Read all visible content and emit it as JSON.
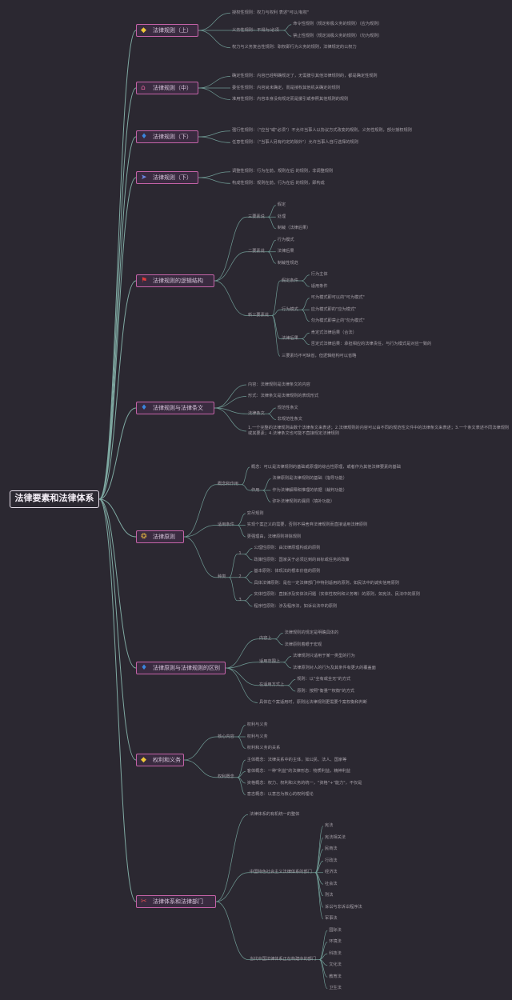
{
  "root": "法律要素和法律体系",
  "categories": [
    {
      "label": "法律规则（上）",
      "icon_name": "diamond-icon",
      "icon_color": "#f0c838",
      "children": [
        {
          "label": "授权性规则：权力与权利 表述\"可以/有权\""
        },
        {
          "label": "义务性规则：不得为/必须",
          "children": [
            {
              "label": "命令性规则（规定积极义务的规则）（应为规则）"
            },
            {
              "label": "禁止性规则（规定消极义务的规则）（勿为规则）"
            }
          ]
        },
        {
          "label": "权力与义务复合性规则：职权即行为义务的规则，法律规定的公权力"
        }
      ]
    },
    {
      "label": "法律规则（中）",
      "icon_name": "home-icon",
      "icon_color": "#e0609a",
      "children": [
        {
          "label": "确定性规则：内容已经明确规定了，无需援引其他法律规则的，都是确定性规则"
        },
        {
          "label": "委任性规则：内容尚未确定，而是授权其他机关确定的规则"
        },
        {
          "label": "准用性规则：内容本身没有规定而是援引或参照其他规则的规则"
        }
      ]
    },
    {
      "label": "法律规则（下）",
      "icon_name": "flame-icon",
      "icon_color": "#3a86e0",
      "children": [
        {
          "label": "强行性规则：（\"应当\"或\"必须\"）不允许当事人以协议方式改变的规则，义务性规则，部分授权规则"
        },
        {
          "label": "任意性规则：（\"当事人另有约定的除外\"）允许当事人自行选择的规则"
        }
      ]
    },
    {
      "label": "法律规则（下）",
      "icon_name": "paper-plane-icon",
      "icon_color": "#6a86e0",
      "children": [
        {
          "label": "调整性规则：行为在前，规则在后 的规则，非调整规则"
        },
        {
          "label": "构成性规则：规则在前，行为在后 的规则，即构成"
        }
      ]
    },
    {
      "label": "法律规则的逻辑结构",
      "icon_name": "flag-icon",
      "icon_color": "#e03a3a",
      "children": [
        {
          "label": "三要素说",
          "children": [
            {
              "label": "假定"
            },
            {
              "label": "处理"
            },
            {
              "label": "制裁（法律后果）"
            }
          ]
        },
        {
          "label": "二要素说",
          "children": [
            {
              "label": "行为模式"
            },
            {
              "label": "法律后果"
            },
            {
              "label": "制裁性规范"
            }
          ]
        },
        {
          "label": "新三要素说",
          "children": [
            {
              "label": "假定条件",
              "children": [
                {
                  "label": "行为主体"
                },
                {
                  "label": "适用条件"
                }
              ]
            },
            {
              "label": "行为模式",
              "children": [
                {
                  "label": "可为模式即可以的\"可为模式\""
                },
                {
                  "label": "应为模式即的\"应为模式\""
                },
                {
                  "label": "勿为模式即禁止的\"勿为模式\""
                }
              ]
            },
            {
              "label": "法律后果",
              "children": [
                {
                  "label": "肯定式法律后果（合法）"
                },
                {
                  "label": "否定式法律后果：承担相应的法律责任，与行为模式是对应一致的"
                }
              ]
            },
            {
              "label": "三要素均不可缺省，但逻辑结构可以省略"
            }
          ]
        }
      ]
    },
    {
      "label": "法律规则与法律条文",
      "icon_name": "flame-icon",
      "icon_color": "#3a86e0",
      "children": [
        {
          "label": "内容：法律规则是法律条文的内容"
        },
        {
          "label": "形式：法律条文是法律规则的表现形式"
        },
        {
          "label": "法律条文",
          "children": [
            {
              "label": "规范性条文"
            },
            {
              "label": "非规范性条文"
            }
          ]
        },
        {
          "label": "1.一个完整的法律规则由数个法律条文来表述；2.法律规则的内容可以由不同的规范性文件中的法律条文来表述；3.一个条文表述不同法律规则或其要素；4.法律条文也可能不直接规定法律规则"
        }
      ]
    },
    {
      "label": "法律原则",
      "icon_name": "rosette-icon",
      "icon_color": "#e0b040",
      "children": [
        {
          "label": "概念和作用",
          "children": [
            {
              "label": "概念：可以是法律规则的基础或原理的综合性原理，或者作为其他法律要素的基础"
            },
            {
              "label": "作用",
              "children": [
                {
                  "label": "法律原则是法律规则的基础（指导功能）"
                },
                {
                  "label": "作为法律解释和推理的依据（裁判功能）"
                },
                {
                  "label": "弥补法律规则的漏洞（填补功能）"
                }
              ]
            }
          ]
        },
        {
          "label": "适用条件",
          "children": [
            {
              "label": "穷尽规则"
            },
            {
              "label": "实现个案正义的需要，否则不得舍弃法律规则而直接适用法律原则"
            },
            {
              "label": "更强理由，法律原则排除规则"
            }
          ]
        },
        {
          "label": "种类",
          "children": [
            {
              "label": "1",
              "children": [
                {
                  "label": "公理性原则：由法律原理构成的原则"
                },
                {
                  "label": "政策性原则：国家关于必须达到的目标或任务的政策"
                }
              ]
            },
            {
              "label": "2",
              "children": [
                {
                  "label": "基本原则：体现法的根本价值的原则"
                },
                {
                  "label": "具体法律原则：是在一定法律部门中特别适用的原则，如民法中的诚实信用原则"
                }
              ]
            },
            {
              "label": "3",
              "children": [
                {
                  "label": "实体性原则：直接涉及实体法问题（实体性权利和义务等）的原则，如宪法、民法中的原则"
                },
                {
                  "label": "程序性原则：涉及程序法，如诉讼法中的原则"
                }
              ]
            }
          ]
        }
      ]
    },
    {
      "label": "法律原则与法律规则的区别",
      "icon_name": "flame-icon",
      "icon_color": "#3a86e0",
      "children": [
        {
          "label": "内容上",
          "children": [
            {
              "label": "法律规则的规定是明确具体的"
            },
            {
              "label": "法律原则着眼于宏观"
            }
          ]
        },
        {
          "label": "适用范围上",
          "children": [
            {
              "label": "法律规则只适用于某一类型的行为"
            },
            {
              "label": "法律原则对人的行为及其条件有更大的覆盖面"
            }
          ]
        },
        {
          "label": "在适用方式上",
          "children": [
            {
              "label": "规则：以\"全有或全无\"的方式"
            },
            {
              "label": "原则：按照\"衡量\"\"权衡\"的方式"
            }
          ]
        },
        {
          "label": "具体在个案适用时，原则比法律规则更需要个案权衡和判断"
        }
      ]
    },
    {
      "label": "权利和义务",
      "icon_name": "diamond-icon",
      "icon_color": "#f0c838",
      "children": [
        {
          "label": "核心内容",
          "children": [
            {
              "label": "权利与义务"
            },
            {
              "label": "权利与义务"
            },
            {
              "label": "权利和义务的关系"
            }
          ]
        },
        {
          "label": "权利概念",
          "children": [
            {
              "label": "主体概念：法律关系中的主体，如公民、法人、国家等"
            },
            {
              "label": "客体概念：一种\"利益\"的法律形态：物质利益，精神利益"
            },
            {
              "label": "资格概念：权力、权利和义务的统一，\"资格\"+\"能力\"，不仅是"
            },
            {
              "label": "意志概念：以意志为核心的权利理论"
            }
          ]
        }
      ]
    },
    {
      "label": "法律体系和法律部门",
      "icon_name": "tools-icon",
      "icon_color": "#e05050",
      "children": [
        {
          "label": "法律体系的有机统一的整体"
        },
        {
          "label": "中国特色社会主义法律体系的部门",
          "children": [
            {
              "label": "宪法"
            },
            {
              "label": "宪法相关法"
            },
            {
              "label": "民商法"
            },
            {
              "label": "行政法"
            },
            {
              "label": "经济法"
            },
            {
              "label": "社会法"
            },
            {
              "label": "刑法"
            },
            {
              "label": "诉讼与非诉讼程序法"
            },
            {
              "label": "军事法"
            }
          ]
        },
        {
          "label": "当代中国法律体系正在构建中的部门",
          "children": [
            {
              "label": "国际法"
            },
            {
              "label": "环境法"
            },
            {
              "label": "科技法"
            },
            {
              "label": "文化法"
            },
            {
              "label": "教育法"
            },
            {
              "label": "卫生法"
            }
          ]
        }
      ]
    }
  ]
}
